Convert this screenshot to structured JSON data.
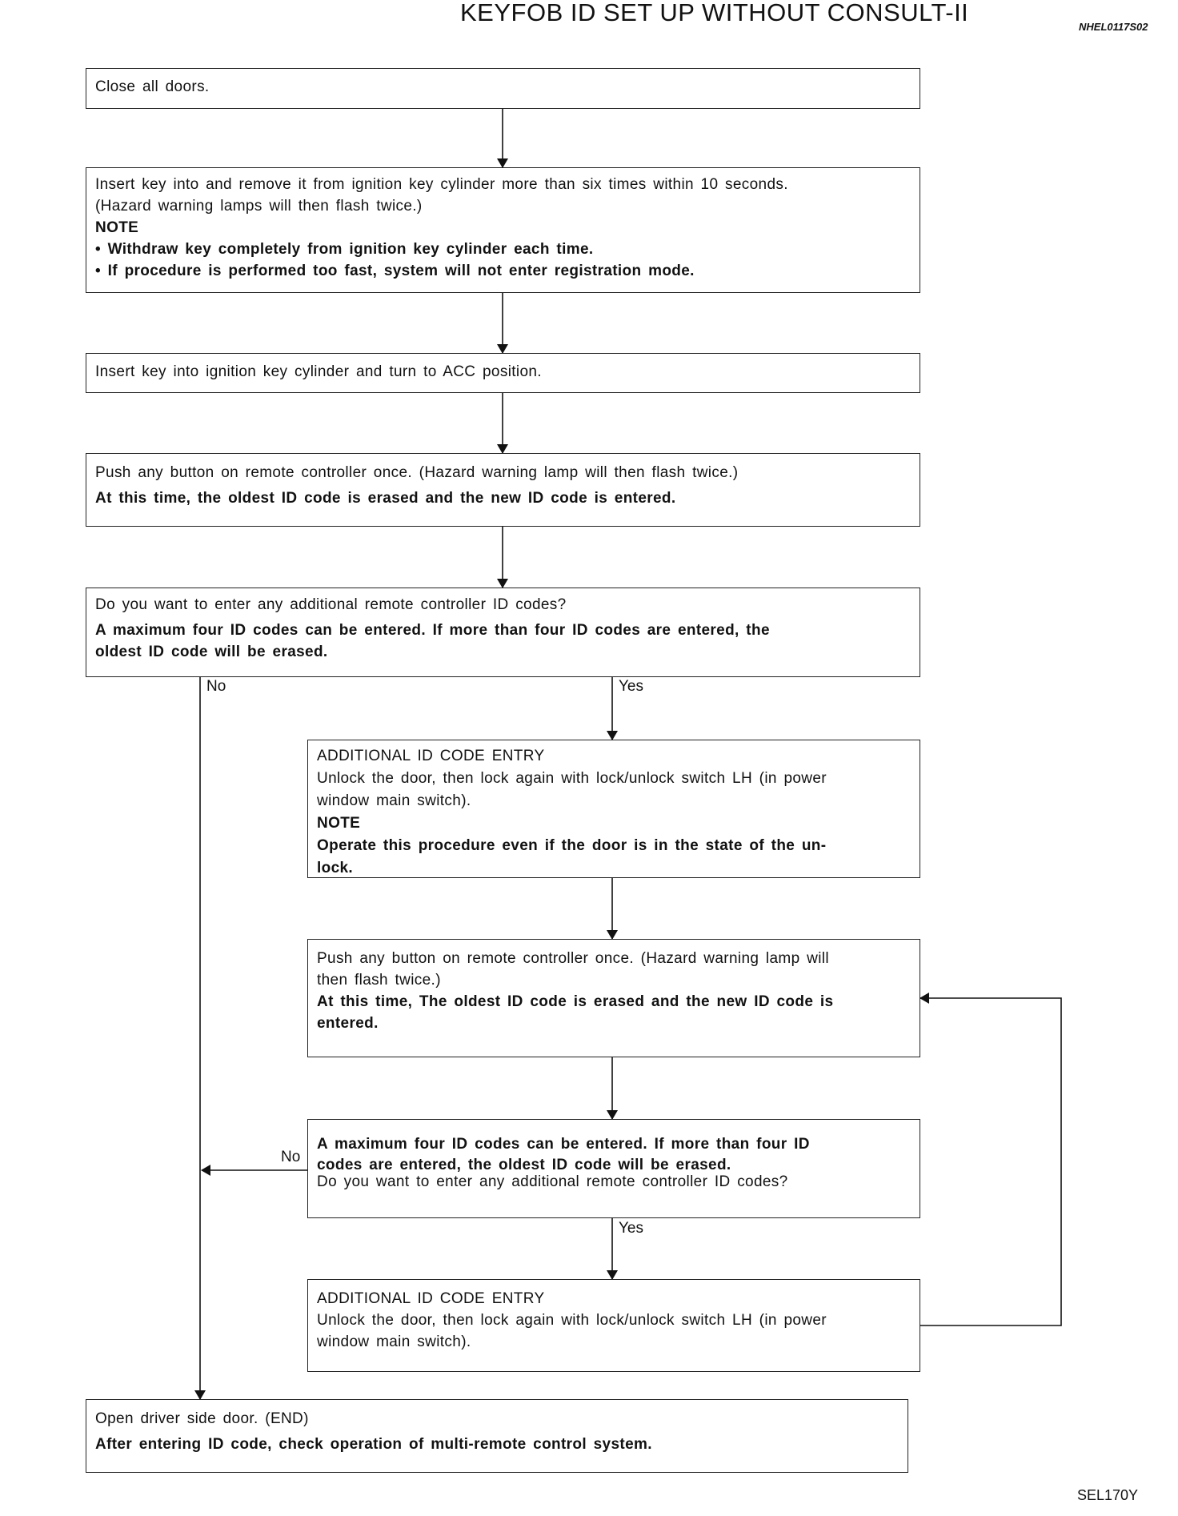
{
  "header": {
    "title": "KEYFOB ID SET UP WITHOUT CONSULT-II",
    "ref_code": "NHEL0117S02"
  },
  "figure_code": "SEL170Y",
  "steps": {
    "close_doors": {
      "text": "Close all doors."
    },
    "insert_remove": {
      "line1": "Insert key into and remove it from ignition key cylinder more than six times within 10 seconds.",
      "line2": "(Hazard warning lamps will then flash twice.)",
      "note_label": "NOTE",
      "note1": "• Withdraw key completely from ignition key cylinder each time.",
      "note2": "• If procedure is performed too fast, system will not enter registration mode."
    },
    "insert_acc": {
      "text": "Insert key into ignition key cylinder and turn to ACC position."
    },
    "push_button": {
      "line1": "Push any button on remote controller once. (Hazard warning lamp will then flash twice.)",
      "bold": "At this time, the oldest ID code is erased and the new ID code is entered."
    },
    "question1": {
      "line1": "Do you want to enter any additional remote controller ID codes?",
      "bold1": "A maximum four ID codes can be entered. If more than four ID codes are entered, the",
      "bold2": "oldest ID code will be erased."
    },
    "entry1": {
      "title": "ADDITIONAL ID CODE ENTRY",
      "line1": "Unlock the door, then lock again with lock/unlock switch LH (in power",
      "line2": "window main switch).",
      "note_label": "NOTE",
      "note1": "Operate this procedure even if the door is in the state of the un-",
      "note2": "lock."
    },
    "push_button2": {
      "line1": "Push any button on remote controller once. (Hazard warning lamp will",
      "line2": "then flash twice.)",
      "bold1": "At this time, The oldest ID code is erased and the new ID code is",
      "bold2": "entered."
    },
    "question2": {
      "bold1": "A maximum four ID codes can be entered. If more than four ID",
      "bold2": "codes are entered, the oldest ID code will be erased.",
      "line1": "Do you want to enter any additional remote controller ID codes?"
    },
    "entry2": {
      "title": "ADDITIONAL ID CODE ENTRY",
      "line1": "Unlock the door, then lock again with lock/unlock switch LH (in power",
      "line2": "window main switch)."
    },
    "end": {
      "line1": "Open driver side door. (END)",
      "bold": "After entering ID code, check operation of multi-remote control system."
    }
  },
  "labels": {
    "no": "No",
    "yes": "Yes"
  }
}
